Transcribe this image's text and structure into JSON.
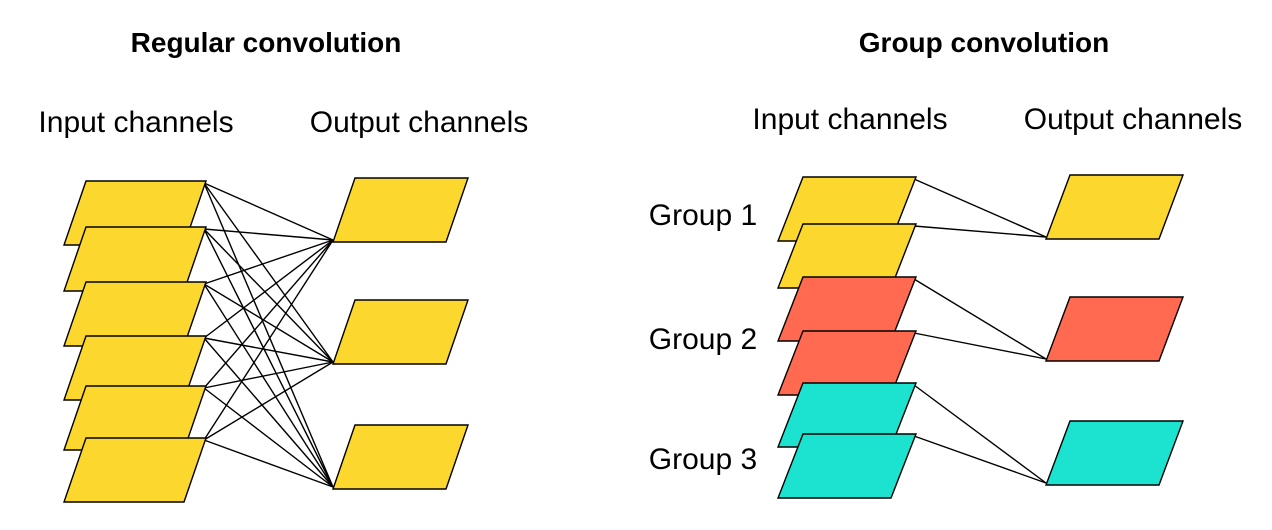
{
  "colors": {
    "yellow": "#FCD82E",
    "red": "#FF6A50",
    "cyan": "#1BE3CF",
    "stroke": "#000000"
  },
  "regular": {
    "title": "Regular convolution",
    "input_label": "Input channels",
    "output_label": "Output channels",
    "input_channels": [
      "yellow",
      "yellow",
      "yellow",
      "yellow",
      "yellow",
      "yellow"
    ],
    "output_channels": [
      "yellow",
      "yellow",
      "yellow"
    ],
    "connectivity": "all-to-all"
  },
  "group": {
    "title": "Group convolution",
    "input_label": "Input channels",
    "output_label": "Output channels",
    "groups": [
      {
        "label": "Group 1",
        "color": "yellow",
        "inputs": 2,
        "outputs": 1
      },
      {
        "label": "Group 2",
        "color": "red",
        "inputs": 2,
        "outputs": 1
      },
      {
        "label": "Group 3",
        "color": "cyan",
        "inputs": 2,
        "outputs": 1
      }
    ]
  }
}
